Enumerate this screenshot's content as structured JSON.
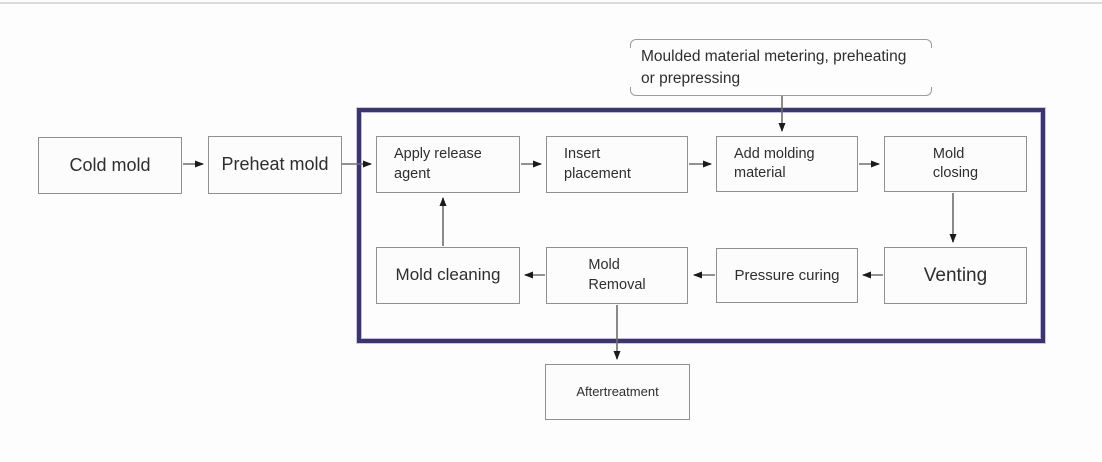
{
  "diagram": {
    "annotation": {
      "label": "Moulded material metering, preheating\nor prepressing"
    },
    "nodes": {
      "cold_mold": {
        "label": "Cold mold"
      },
      "preheat_mold": {
        "label": "Preheat mold"
      },
      "apply_release_agent": {
        "label": "Apply release\nagent"
      },
      "insert_placement": {
        "label": "Insert\nplacement"
      },
      "add_molding_material": {
        "label": "Add molding\nmaterial"
      },
      "mold_closing": {
        "label": "Mold\nclosing"
      },
      "venting": {
        "label": "Venting"
      },
      "pressure_curing": {
        "label": "Pressure curing"
      },
      "mold_removal": {
        "label": "Mold\nRemoval"
      },
      "mold_cleaning": {
        "label": "Mold cleaning"
      },
      "aftertreatment": {
        "label": "Aftertreatment"
      }
    },
    "edges": [
      {
        "from": "cold_mold",
        "to": "preheat_mold"
      },
      {
        "from": "preheat_mold",
        "to": "apply_release_agent"
      },
      {
        "from": "apply_release_agent",
        "to": "insert_placement"
      },
      {
        "from": "insert_placement",
        "to": "add_molding_material"
      },
      {
        "from": "annotation",
        "to": "add_molding_material"
      },
      {
        "from": "add_molding_material",
        "to": "mold_closing"
      },
      {
        "from": "mold_closing",
        "to": "venting"
      },
      {
        "from": "venting",
        "to": "pressure_curing"
      },
      {
        "from": "pressure_curing",
        "to": "mold_removal"
      },
      {
        "from": "mold_removal",
        "to": "mold_cleaning"
      },
      {
        "from": "mold_cleaning",
        "to": "apply_release_agent"
      },
      {
        "from": "mold_removal",
        "to": "aftertreatment"
      }
    ],
    "colors": {
      "container_border": "#3a366b",
      "box_border": "#909090",
      "box_fill": "#fcfcfc",
      "connector": "#6e6e6e",
      "arrowhead": "#1a1a1a",
      "text": "#2e2e2e"
    }
  }
}
